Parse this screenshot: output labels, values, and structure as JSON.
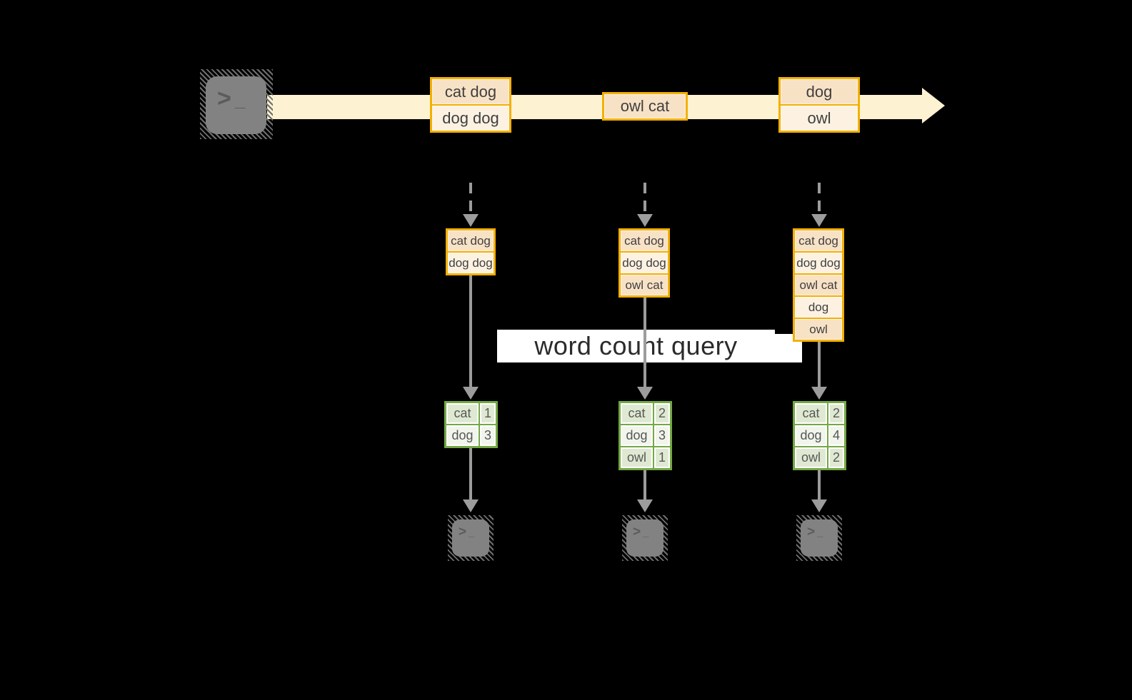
{
  "diagram": {
    "query_label": "word count query",
    "stream": {
      "batches": [
        {
          "items": [
            "cat dog",
            "dog dog"
          ]
        },
        {
          "items": [
            "owl cat"
          ]
        },
        {
          "items": [
            "dog",
            "owl"
          ]
        }
      ]
    },
    "columns": [
      {
        "inputs": [
          "cat dog",
          "dog dog"
        ],
        "counts": [
          {
            "word": "cat",
            "count": "1"
          },
          {
            "word": "dog",
            "count": "3"
          }
        ]
      },
      {
        "inputs": [
          "cat dog",
          "dog dog",
          "owl cat"
        ],
        "counts": [
          {
            "word": "cat",
            "count": "2"
          },
          {
            "word": "dog",
            "count": "3"
          },
          {
            "word": "owl",
            "count": "1"
          }
        ]
      },
      {
        "inputs": [
          "cat dog",
          "dog dog",
          "owl cat",
          "dog",
          "owl"
        ],
        "counts": [
          {
            "word": "cat",
            "count": "2"
          },
          {
            "word": "dog",
            "count": "4"
          },
          {
            "word": "owl",
            "count": "2"
          }
        ]
      }
    ],
    "icons": {
      "terminal_chevron": ">",
      "terminal_underscore": "_"
    },
    "colors": {
      "stream_band": "#fdf2d2",
      "box_border": "#f3b000",
      "box_fill_dark": "#f8e2c6",
      "box_fill_light": "#fdf2e2",
      "table_border": "#74a844",
      "table_fill_dark": "#dfe9d2",
      "table_fill_light": "#f1f5ec",
      "arrow_gray": "#9c9c9c",
      "terminal_gray": "#828282"
    }
  }
}
